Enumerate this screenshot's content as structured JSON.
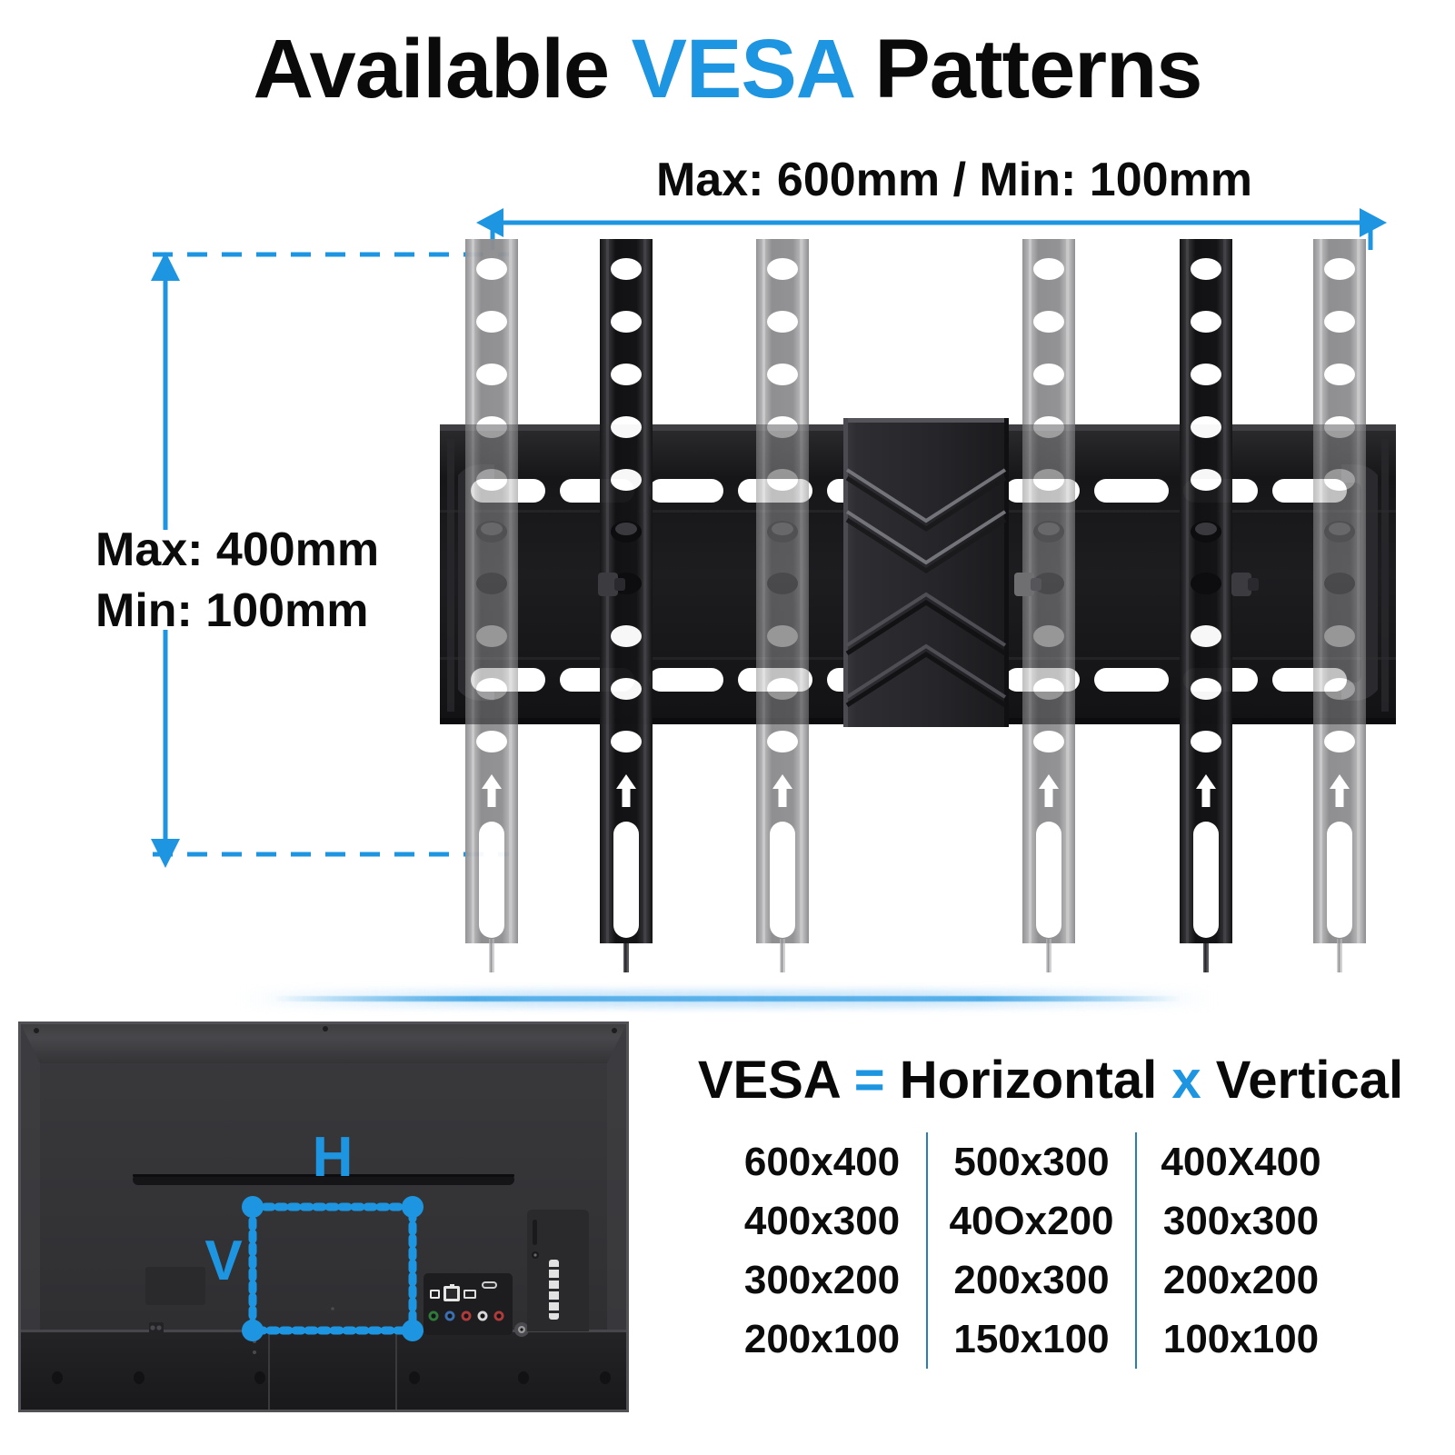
{
  "title": {
    "part1": "Available ",
    "accent": "VESA",
    "part2": " Patterns"
  },
  "dimensions": {
    "horizontal_label": "Max: 600mm / Min: 100mm",
    "vertical_label_line1": "Max: 400mm",
    "vertical_label_line2": "Min: 100mm"
  },
  "tv_diagram": {
    "horizontal_marker": "H",
    "vertical_marker": "V"
  },
  "formula": {
    "term1": "VESA",
    "equals": "=",
    "term2": "Horizontal",
    "times": "x",
    "term3": "Vertical"
  },
  "vesa_table": {
    "rows": [
      [
        "600x400",
        "500x300",
        "400X400"
      ],
      [
        "400x300",
        "40Ox200",
        "300x300"
      ],
      [
        "300x200",
        "200x300",
        "200x200"
      ],
      [
        "200x100",
        "150x100",
        "100x100"
      ]
    ]
  },
  "colors": {
    "accent_blue": "#1E95E0",
    "divider_blue": "#2b7fb0",
    "bracket_black": "#1c1c1e",
    "rail_gray": "#9a9a9a",
    "tv_body": "#3a3a3c"
  }
}
